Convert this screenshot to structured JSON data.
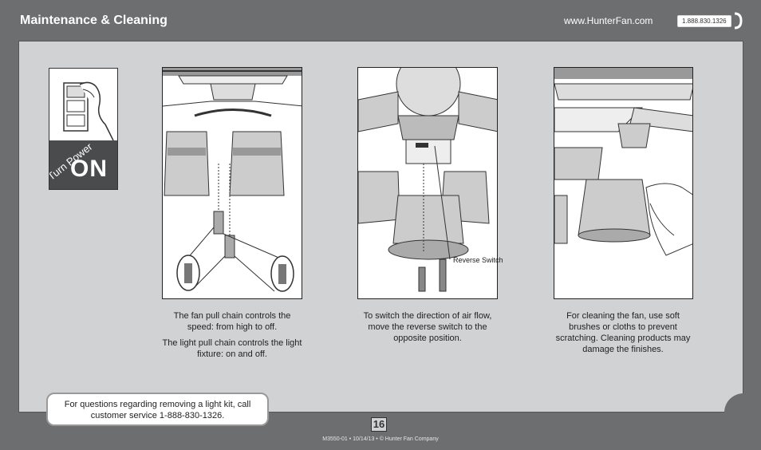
{
  "header": {
    "title": "Maintenance & Cleaning",
    "url": "www.HunterFan.com",
    "phone": "1.888.830.1326"
  },
  "power_graphic": {
    "line1": "Turn Power",
    "line2": "ON"
  },
  "panels": [
    {
      "captions": [
        "The fan pull chain controls the speed: from high to off.",
        "The light pull chain controls the light fixture: on and off."
      ]
    },
    {
      "captions": [
        "To switch the direction of air flow, move the reverse switch to the opposite position."
      ],
      "label": "Reverse Switch"
    },
    {
      "captions": [
        "For cleaning the fan, use soft brushes or cloths to prevent scratching. Cleaning products may damage the finishes."
      ]
    }
  ],
  "callout": "For questions regarding removing a light kit, call customer service 1-888-830-1326.",
  "page_number": "16",
  "footer": "M3550-01 • 10/14/13 • © Hunter Fan Company",
  "colors": {
    "background": "#6d6e70",
    "content": "#d1d2d4"
  }
}
